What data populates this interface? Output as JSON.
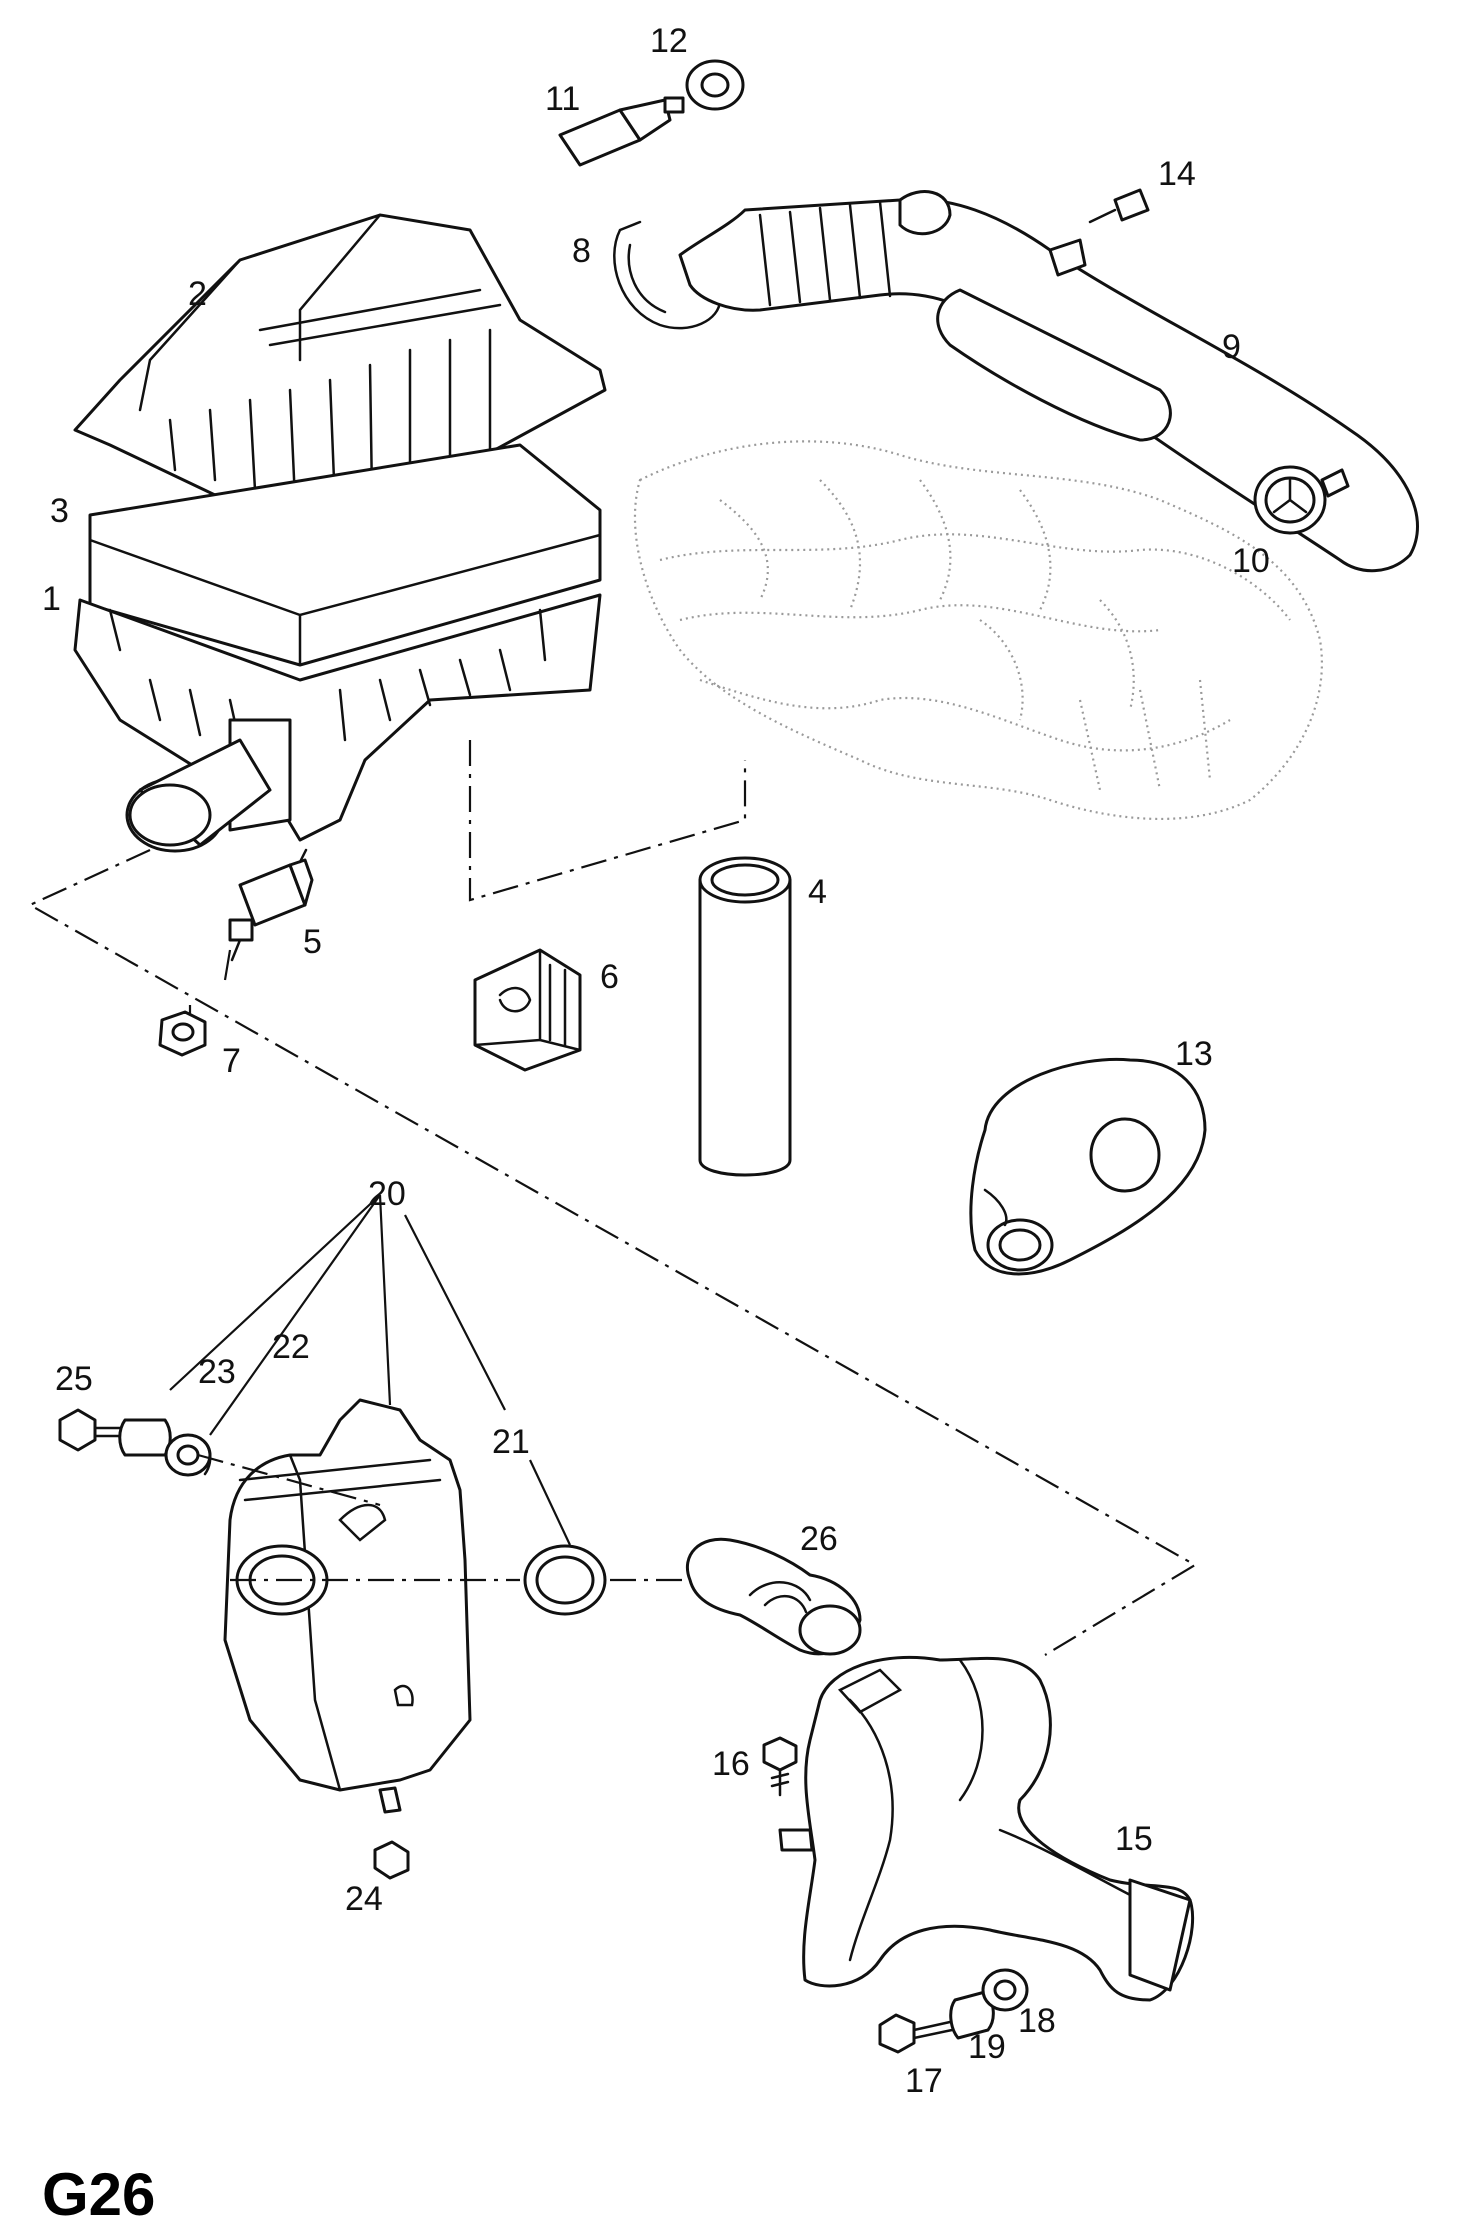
{
  "page_code": "G26",
  "callouts": {
    "c1": "1",
    "c2": "2",
    "c3": "3",
    "c4": "4",
    "c5": "5",
    "c6": "6",
    "c7": "7",
    "c8": "8",
    "c9": "9",
    "c10": "10",
    "c11": "11",
    "c12": "12",
    "c13": "13",
    "c14": "14",
    "c15": "15",
    "c16": "16",
    "c17": "17",
    "c18": "18",
    "c19": "19",
    "c20": "20",
    "c21": "21",
    "c22": "22",
    "c23": "23",
    "c24": "24",
    "c25": "25",
    "c26": "26"
  }
}
